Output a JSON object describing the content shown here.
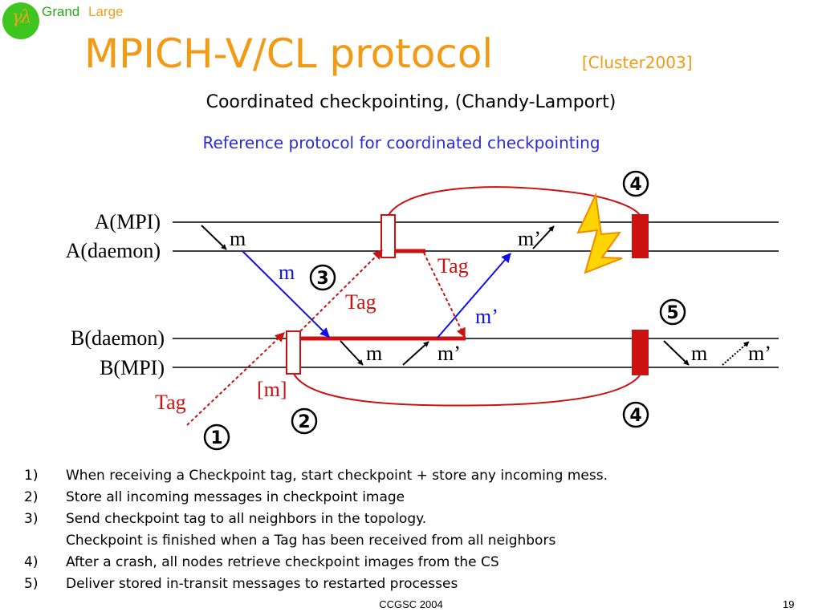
{
  "logo": {
    "glyph": "γλ",
    "word1": "Grand",
    "word2": "Large"
  },
  "header": {
    "title": "MPICH-V/CL protocol",
    "title_ref": "[Cluster2003]",
    "subtitle": "Coordinated checkpointing, (Chandy-Lamport)",
    "subtitle2": "Reference protocol for coordinated checkpointing"
  },
  "diagram": {
    "lanes": [
      "A(MPI)",
      "A(daemon)",
      "B(daemon)",
      "B(MPI)"
    ],
    "labels": {
      "m_a": "m",
      "m_blue": "m",
      "mp_a": "m’",
      "mp_blue": "m’",
      "m_b1": "m",
      "mp_b1": "m’",
      "m_b2": "m",
      "mp_b2": "m’",
      "tag_1": "Tag",
      "tag_2": "Tag",
      "tag_3": "Tag",
      "stored_m": "[m]"
    },
    "circled": [
      "1",
      "2",
      "3",
      "4",
      "4",
      "5"
    ]
  },
  "steps": [
    {
      "num": "1)",
      "text": "When receiving a Checkpoint tag, start checkpoint + store any incoming mess."
    },
    {
      "num": "2)",
      "text": "Store all incoming messages in checkpoint image"
    },
    {
      "num": "3)",
      "text": "Send checkpoint tag to all neighbors in the topology."
    },
    {
      "num": "",
      "text": "Checkpoint is finished when a Tag has been received from all neighbors"
    },
    {
      "num": "4)",
      "text": "After a crash, all nodes retrieve checkpoint images from the CS"
    },
    {
      "num": "5)",
      "text": "Deliver stored in-transit messages to restarted processes"
    }
  ],
  "footer": {
    "center": "CCGSC 2004",
    "page": "19"
  },
  "colors": {
    "title": "#f29a14",
    "subtitle2": "#2b2bd1",
    "checkpoint_red": "#cc1111",
    "message_blue": "#1010ee",
    "crash_yellow": "#ffd400",
    "logo_green": "#3ec61f"
  },
  "icons": [
    "lightning-crash-icon",
    "circled-number-icon"
  ]
}
